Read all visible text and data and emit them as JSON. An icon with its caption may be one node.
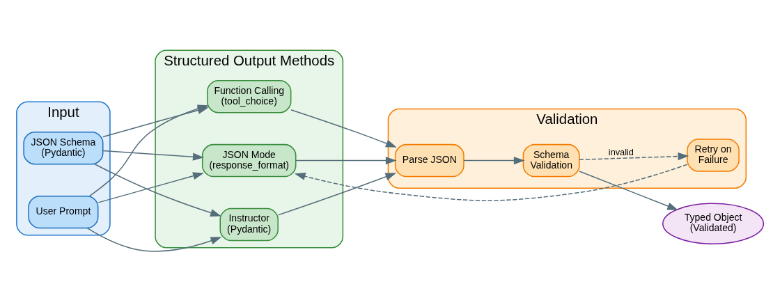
{
  "diagram": {
    "nodes": [
      {
        "text": [
          "Input"
        ]
      },
      {
        "text": [
          "JSON Schema",
          "(Pydantic)"
        ],
        "in": 0
      },
      {
        "text": [
          "User Prompt"
        ],
        "in": 0
      },
      {
        "text": [
          "Structured Output Methods"
        ]
      },
      {
        "text": [
          "Instructor",
          "(Pydantic)"
        ],
        "in": 3
      },
      {
        "text": [
          "Function Calling",
          "(tool_choice)"
        ],
        "in": 3
      },
      {
        "text": [
          "JSON Mode",
          "(response_format)"
        ],
        "in": 3
      },
      {
        "text": [
          "Validation"
        ]
      },
      {
        "text": [
          "Parse JSON"
        ],
        "in": 7
      },
      {
        "text": [
          "Schema",
          "Validation"
        ],
        "in": 7
      },
      {
        "text": [
          "Retry on",
          "Failure"
        ],
        "in": 7
      },
      {
        "text": [
          "Typed Object",
          "(Validated)"
        ]
      }
    ],
    "edges": [
      {
        "from": 1,
        "to": 4,
        "arrow": "to"
      },
      {
        "from": 1,
        "to": 5,
        "arrow": "to"
      },
      {
        "from": 1,
        "to": 6,
        "arrow": "to"
      },
      {
        "from": 2,
        "to": 4,
        "arrow": "to"
      },
      {
        "from": 2,
        "to": 5,
        "arrow": "to"
      },
      {
        "from": 2,
        "to": 6,
        "arrow": "to"
      },
      {
        "from": 4,
        "to": 8,
        "arrow": "to"
      },
      {
        "from": 5,
        "to": 8,
        "arrow": "to"
      },
      {
        "from": 6,
        "to": 8,
        "arrow": "to"
      },
      {
        "from": 8,
        "to": 9,
        "arrow": "to"
      },
      {
        "from": 9,
        "to": 11,
        "arrow": "to"
      },
      {
        "from": 9,
        "to": 10,
        "arrow": "to",
        "label": "invalid",
        "style": "dashed"
      },
      {
        "from": 10,
        "to": 6,
        "arrow": "to",
        "style": "dashed"
      }
    ]
  }
}
